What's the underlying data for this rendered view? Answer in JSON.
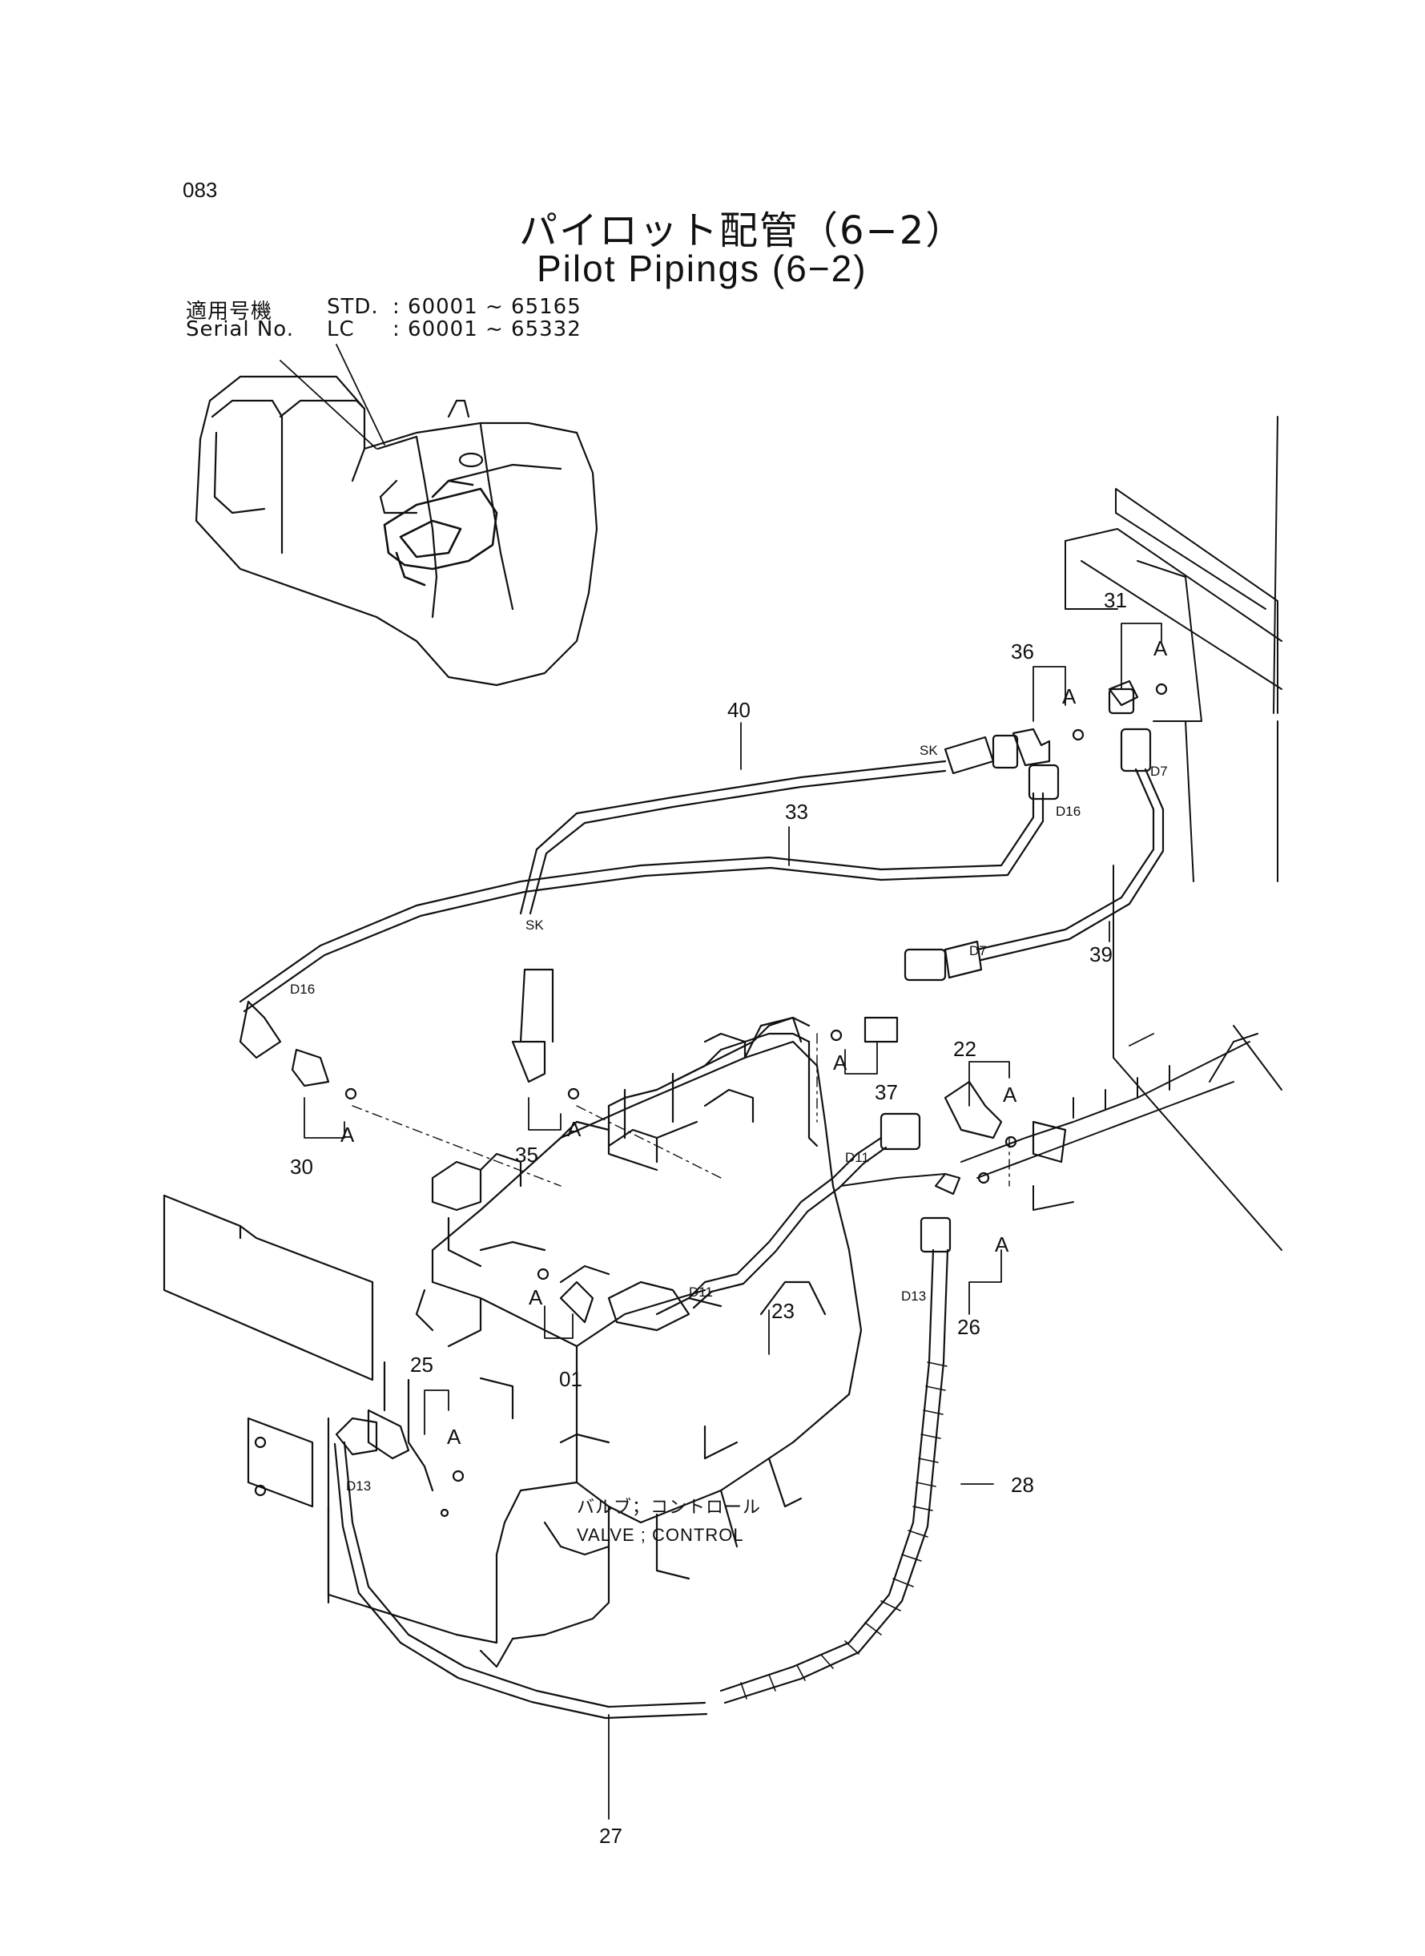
{
  "page_number": "083",
  "title_jp": "パイロット配管（6−2）",
  "title_en": "Pilot Pipings (6−2)",
  "serial": {
    "jp_label": "適用号機",
    "en_label": "Serial No.",
    "std_label": "STD.",
    "std_range": ": 60001 ~ 65165",
    "lc_label": "LC",
    "lc_range": ": 60001 ~ 65332"
  },
  "part_numbers": {
    "p40": "40",
    "p36": "36",
    "p31": "31",
    "p33": "33",
    "p39": "39",
    "p22": "22",
    "p37": "37",
    "p35": "35",
    "p30": "30",
    "p23": "23",
    "p01": "01",
    "p25": "25",
    "p26": "26",
    "p28": "28",
    "p27": "27"
  },
  "connection_codes": {
    "sk_top": "SK",
    "sk_mid": "SK",
    "d16_top": "D16",
    "d16_left": "D16",
    "d7_top": "D7",
    "d7_mid": "D7",
    "d11_top": "D11",
    "d11_low": "D11",
    "d13_right": "D13",
    "d13_left": "D13"
  },
  "o_ring_marker": "A",
  "valve_label_jp": "バルブ；コントロール",
  "valve_label_en": "VALVE ; CONTROL"
}
